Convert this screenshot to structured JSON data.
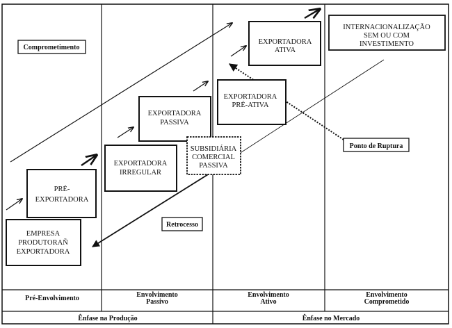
{
  "boxes": {
    "comprometimento": [
      "Comprometimento"
    ],
    "pre_exportadora": [
      "PRÉ-",
      "EXPORTADORA"
    ],
    "empresa": [
      "EMPRESA",
      "PRODUTORAÑ",
      "EXPORTADORA"
    ],
    "irregular": [
      "EXPORTADORA",
      "IRREGULAR"
    ],
    "passiva": [
      "EXPORTADORA",
      "PASSIVA"
    ],
    "subsidiaria": [
      "SUBSIDIÁRIA",
      "COMERCIAL",
      "PASSIVA"
    ],
    "pre_ativa": [
      "EXPORTADORA",
      "PRÉ-ATIVA"
    ],
    "ativa": [
      "EXPORTADORA",
      "ATIVA"
    ],
    "internacionalizacao": [
      "INTERNACIONALIZAÇÃO",
      "SEM OU COM",
      "INVESTIMENTO"
    ],
    "ruptura": [
      "Ponto de Ruptura"
    ],
    "retrocesso": [
      "Retrocesso"
    ]
  },
  "stages": [
    [
      "Pré-Envolvimento"
    ],
    [
      "Envolvimento",
      "Passivo"
    ],
    [
      "Envolvimento",
      "Ativo"
    ],
    [
      "Envolvimento",
      "Comprometido"
    ]
  ],
  "emphasis": {
    "production": "Ênfase na Produção",
    "market": "Ênfase no Mercado"
  }
}
